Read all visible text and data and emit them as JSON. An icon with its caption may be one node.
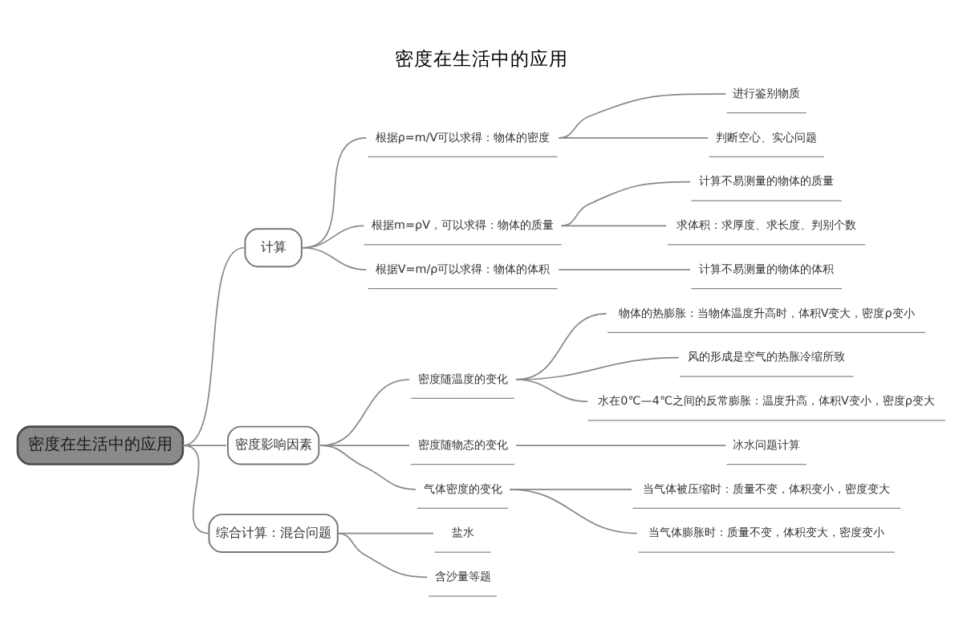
{
  "diagram": {
    "title": "密度在生活中的应用",
    "nodes": [
      {
        "text": [
          "密度在生活中的应用"
        ]
      },
      {
        "text": [
          "计算"
        ]
      },
      {
        "text": [
          "根据ρ=m/V可以求得：物体的密度"
        ]
      },
      {
        "text": [
          "进行鉴别物质"
        ]
      },
      {
        "text": [
          "判断空心、实心问题"
        ]
      },
      {
        "text": [
          "根据m=ρV，可以求得：物体的质量"
        ]
      },
      {
        "text": [
          "计算不易测量的物体的质量"
        ]
      },
      {
        "text": [
          "求体积：求厚度、求长度、判别个数"
        ]
      },
      {
        "text": [
          "根据V=m/ρ可以求得：物体的体积"
        ]
      },
      {
        "text": [
          "计算不易测量的物体的体积"
        ]
      },
      {
        "text": [
          "密度影响因素"
        ]
      },
      {
        "text": [
          "密度随温度的变化"
        ]
      },
      {
        "text": [
          "物体的热膨胀：当物体温度升高时，体积V变大，密度ρ变小"
        ]
      },
      {
        "text": [
          "风的形成是空气的热胀冷缩所致"
        ]
      },
      {
        "text": [
          "水在0℃—4℃之间的反常膨胀：温度升高，体积V变小，密度ρ变大"
        ]
      },
      {
        "text": [
          "密度随物态的变化"
        ]
      },
      {
        "text": [
          "冰水问题计算"
        ]
      },
      {
        "text": [
          "气体密度的变化"
        ]
      },
      {
        "text": [
          "当气体被压缩时：质量不变，体积变小，密度变大"
        ]
      },
      {
        "text": [
          "当气体膨胀时：质量不变，体积变大，密度变小"
        ]
      },
      {
        "text": [
          "综合计算：混合问题"
        ]
      },
      {
        "text": [
          "盐水"
        ]
      },
      {
        "text": [
          "含沙量等题"
        ]
      }
    ],
    "edges": [
      {
        "from": 0,
        "to": 1,
        "arrow": "none"
      },
      {
        "from": 1,
        "to": 2,
        "arrow": "none"
      },
      {
        "from": 2,
        "to": 3,
        "arrow": "none"
      },
      {
        "from": 2,
        "to": 4,
        "arrow": "none"
      },
      {
        "from": 1,
        "to": 5,
        "arrow": "none"
      },
      {
        "from": 5,
        "to": 6,
        "arrow": "none"
      },
      {
        "from": 5,
        "to": 7,
        "arrow": "none"
      },
      {
        "from": 1,
        "to": 8,
        "arrow": "none"
      },
      {
        "from": 8,
        "to": 9,
        "arrow": "none"
      },
      {
        "from": 0,
        "to": 10,
        "arrow": "none"
      },
      {
        "from": 10,
        "to": 11,
        "arrow": "none"
      },
      {
        "from": 11,
        "to": 12,
        "arrow": "none"
      },
      {
        "from": 11,
        "to": 13,
        "arrow": "none"
      },
      {
        "from": 11,
        "to": 14,
        "arrow": "none"
      },
      {
        "from": 10,
        "to": 15,
        "arrow": "none"
      },
      {
        "from": 15,
        "to": 16,
        "arrow": "none"
      },
      {
        "from": 10,
        "to": 17,
        "arrow": "none"
      },
      {
        "from": 17,
        "to": 18,
        "arrow": "none"
      },
      {
        "from": 17,
        "to": 19,
        "arrow": "none"
      },
      {
        "from": 0,
        "to": 20,
        "arrow": "none"
      },
      {
        "from": 20,
        "to": 21,
        "arrow": "none"
      },
      {
        "from": 20,
        "to": 22,
        "arrow": "none"
      }
    ]
  }
}
